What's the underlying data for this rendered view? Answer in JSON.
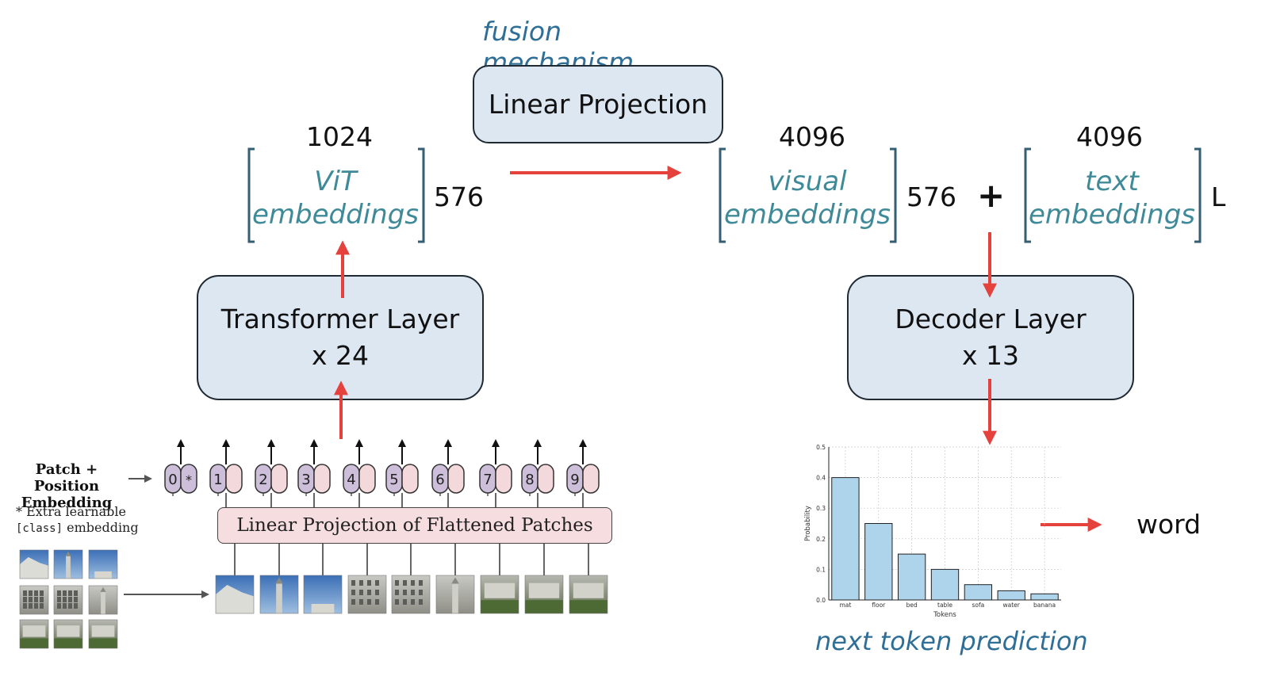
{
  "title_fusion": "fusion mechanism",
  "linear_projection": "Linear Projection",
  "vit": {
    "dim_top": "1024",
    "dim_side": "576",
    "line1": "ViT",
    "line2": "embeddings"
  },
  "visual": {
    "dim_top": "4096",
    "dim_side": "576",
    "line1": "visual",
    "line2": "embeddings"
  },
  "plus": "+",
  "text": {
    "dim_top": "4096",
    "dim_side": "L",
    "line1": "text",
    "line2": "embeddings"
  },
  "transformer": {
    "line1": "Transformer Layer",
    "line2": "x 24"
  },
  "decoder": {
    "line1": "Decoder Layer",
    "line2": "x 13"
  },
  "next_token": "next token prediction",
  "output_word": "word",
  "vit_figure": {
    "patch_label_line1": "Patch + Position",
    "patch_label_line2": "Embedding",
    "extra_line1": "* Extra learnable",
    "extra_code": "[class]",
    "extra_line2": " embedding",
    "projection_label": "Linear Projection of Flattened Patches",
    "tokens": [
      "0",
      "1",
      "2",
      "3",
      "4",
      "5",
      "6",
      "7",
      "8",
      "9"
    ],
    "class_marker": "*"
  },
  "colors": {
    "arrow": "#e5413d",
    "box_fill": "#dde7f2",
    "token_fill": "#cdbfd9",
    "token_pos_fill": "#f4d9dc",
    "bar_fill": "#aed4ec"
  },
  "chart_data": {
    "type": "bar",
    "categories": [
      "mat",
      "floor",
      "bed",
      "table",
      "sofa",
      "water",
      "banana"
    ],
    "values": [
      0.4,
      0.25,
      0.15,
      0.1,
      0.05,
      0.03,
      0.02
    ],
    "xlabel": "Tokens",
    "ylabel": "Probability",
    "ylim": [
      0,
      0.5
    ],
    "yticks": [
      "0.0",
      "0.1",
      "0.2",
      "0.3",
      "0.4",
      "0.5"
    ],
    "grid": true
  }
}
